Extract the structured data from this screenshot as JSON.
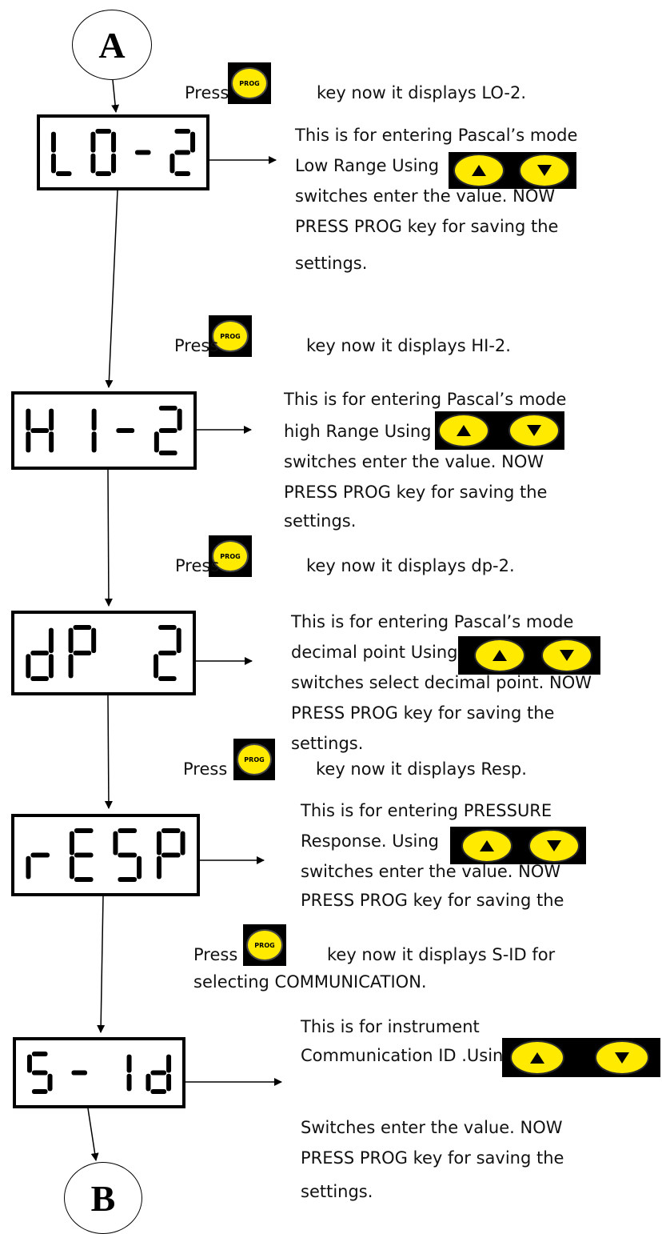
{
  "start_node": "A",
  "end_node": "B",
  "key_label": "PROG",
  "steps": [
    {
      "display": "LO-2",
      "press_prefix": "Press",
      "press_suffix": "key now it displays LO-2.",
      "desc": [
        "This is for entering Pascal’s mode",
        "Low Range Using",
        "switches enter the value. NOW",
        "PRESS PROG key for saving the",
        "settings."
      ]
    },
    {
      "display": "HI-2",
      "press_prefix": "Press",
      "press_suffix": "key now it displays HI-2.",
      "desc": [
        "This is for entering Pascal’s mode",
        "high Range Using",
        "switches enter the value. NOW",
        "PRESS PROG key for saving the",
        "settings."
      ]
    },
    {
      "display": "dP 2",
      "press_prefix": "Press",
      "press_suffix": "key now it displays dp-2.",
      "desc": [
        "This is for entering Pascal’s mode",
        "decimal point Using",
        "switches select decimal point. NOW",
        "PRESS PROG key for saving the",
        "settings."
      ]
    },
    {
      "display": "rESP",
      "press_prefix": "Press",
      "press_suffix": "key now it displays Resp.",
      "desc": [
        "This is for entering PRESSURE",
        "Response. Using",
        "switches enter the value. NOW",
        "PRESS PROG key for saving the"
      ]
    },
    {
      "display": "S-Id",
      "press_prefix": "Press",
      "press_suffix": "key now it displays S-ID for",
      "press_suffix2": "selecting COMMUNICATION.",
      "desc": [
        "This is for instrument",
        "Communication ID .Using",
        "Switches enter the value. NOW",
        "PRESS PROG key for saving the",
        "settings."
      ]
    }
  ]
}
